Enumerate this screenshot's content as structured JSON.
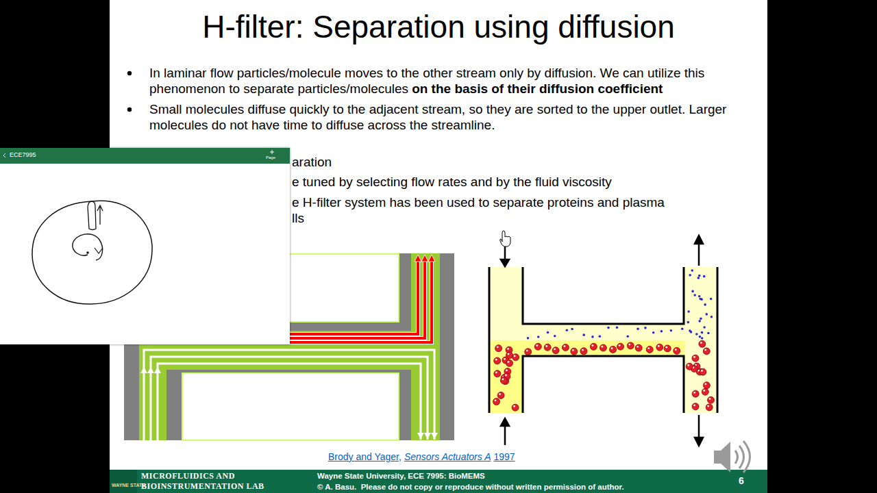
{
  "diagram": {
    "title": "H-filter: Separation using diffusion",
    "labels": [
      "In laminar flow particles/molecule moves to the other stream only by diffusion. We can utilize this phenomenon to separate particles/molecules",
      "on the basis of their diffusion coefficient",
      "Small molecules diffuse quickly to the adjacent stream, so they are sorted to the upper outlet. Larger molecules do not have time to diffuse across the streamline.",
      "aration",
      "e tuned by selecting flow rates and by the fluid viscosity",
      "e H-filter system has been used to separate proteins and plasma",
      "lls",
      "ECE7995",
      "Page",
      "Brody and Yager,",
      "Sensors Actuators A",
      "1997",
      "WAYNE STATE",
      "MICROFLUIDICS AND",
      "BIOINSTRUMENTATION LAB",
      "Wayne State University, ECE 7995: BioMEMS",
      "© A. Basu.  Please do not copy or reproduce without written permission of author.",
      "6"
    ]
  }
}
